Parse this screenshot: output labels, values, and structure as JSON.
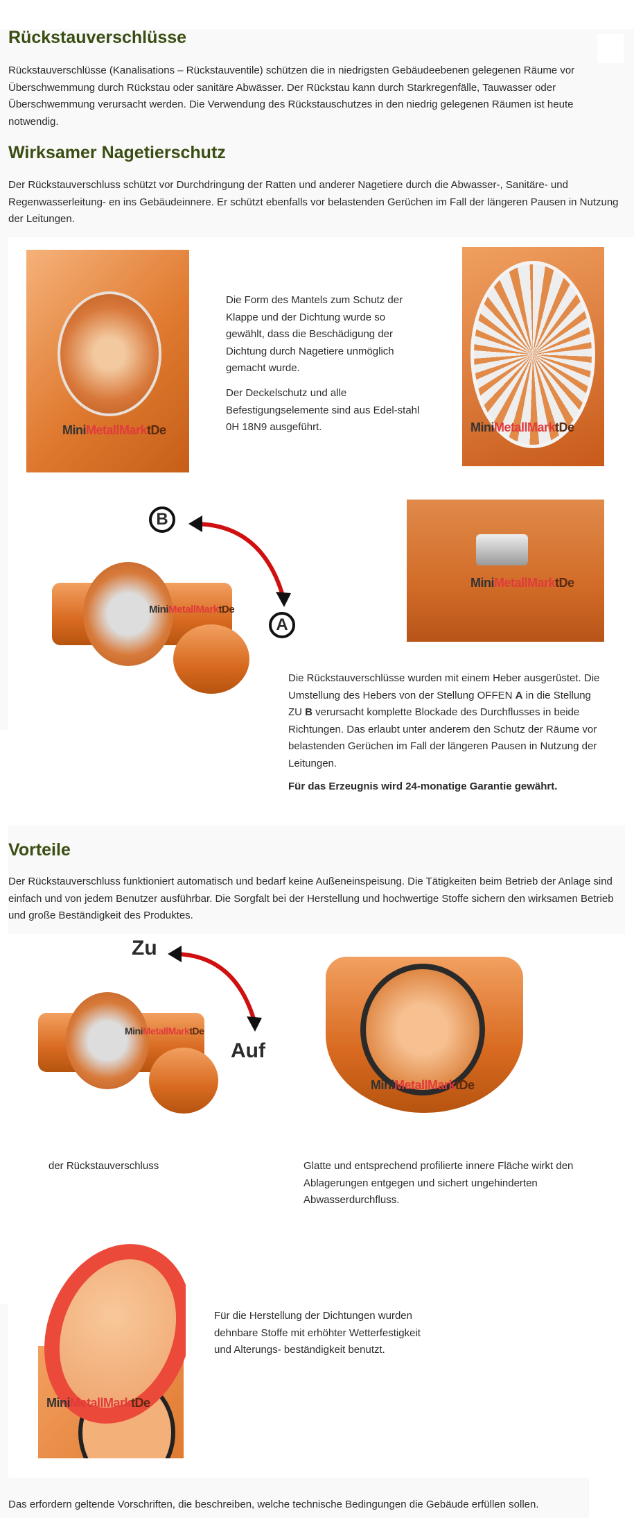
{
  "section1": {
    "title": "Rückstauverschlüsse",
    "text": "Rückstauverschlüsse (Kanalisations – Rückstauventile) schützen die in niedrigsten Gebäudeebenen gelegenen Räume vor Überschwemmung durch Rückstau oder sanitäre Abwässer. Der Rückstau kann durch Starkregenfälle, Tauwasser oder Überschwemmung verursacht werden. Die Verwendung des Rückstauschutzes in den niedrig gelegenen Räumen ist heute notwendig."
  },
  "section2": {
    "title": "Wirksamer Nagetierschutz",
    "text": "Der Rückstauverschluss schützt vor Durchdringung der Ratten und anderer Nagetiere durch die Abwasser-, Sanitäre- und Regenwasserleitung- en ins Gebäudeinnere. Er schützt ebenfalls vor belastenden Gerüchen im Fall der längeren Pausen in Nutzung der Leitungen.",
    "mantel_text": "Die Form des Mantels zum Schutz der Klappe und der Dichtung wurde so gewählt, dass die Beschädigung der Dichtung durch Nagetiere unmöglich gemacht wurde.",
    "deckel_text": "Der Deckelschutz und alle Befestigungselemente sind aus Edel-stahl 0H 18N9 ausgeführt.",
    "heber_text_1": "Die Rückstauverschlüsse wurden mit einem Heber ausgerüstet. Die Umstellung des Hebers von der Stellung OFFEN ",
    "heber_a": "A",
    "heber_text_2": " in die Stellung ZU ",
    "heber_b": "B",
    "heber_text_3": " verursacht komplette Blockade des Durchflusses in beide Richtungen. Das erlaubt unter anderem den Schutz der Räume vor belastenden Gerüchen im Fall der längeren Pausen in Nutzung der Leitungen.",
    "garantie": "Für das Erzeugnis wird 24-monatige Garantie gewährt.",
    "diagram_label_b": "B",
    "diagram_label_a": "A"
  },
  "section3": {
    "title": "Vorteile",
    "text": "Der Rückstauverschluss funktioniert automatisch und bedarf keine Außeneinspeisung. Die Tätigkeiten beim Betrieb der Anlage sind einfach und von jedem Benutzer ausführbar. Die Sorgfalt bei der Herstellung und hochwertige Stoffe sichern den wirksamen Betrieb und große Beständigkeit des Produktes.",
    "label_zu": "Zu",
    "label_auf": "Auf",
    "caption_left": "der Rückstauverschluss",
    "caption_right": "Glatte und entsprechend profilierte innere Fläche wirkt den Ablagerungen entgegen und sichert ungehinderten Abwasserdurchfluss.",
    "dichtung_text": "Für die Herstellung der Dichtungen wurden dehnbare Stoffe mit erhöhter Wetterfestigkeit und Alterungs- beständigkeit benutzt."
  },
  "footer_text": "Das erfordern geltende Vorschriften, die beschreiben, welche technische Bedingungen die Gebäude erfüllen sollen.",
  "watermark": {
    "part1": "Mini",
    "part2": "MetallMark",
    "part3": "tDe"
  },
  "colors": {
    "heading": "#3a4d12",
    "orange": "#d86a20",
    "arrow": "#d01010"
  }
}
